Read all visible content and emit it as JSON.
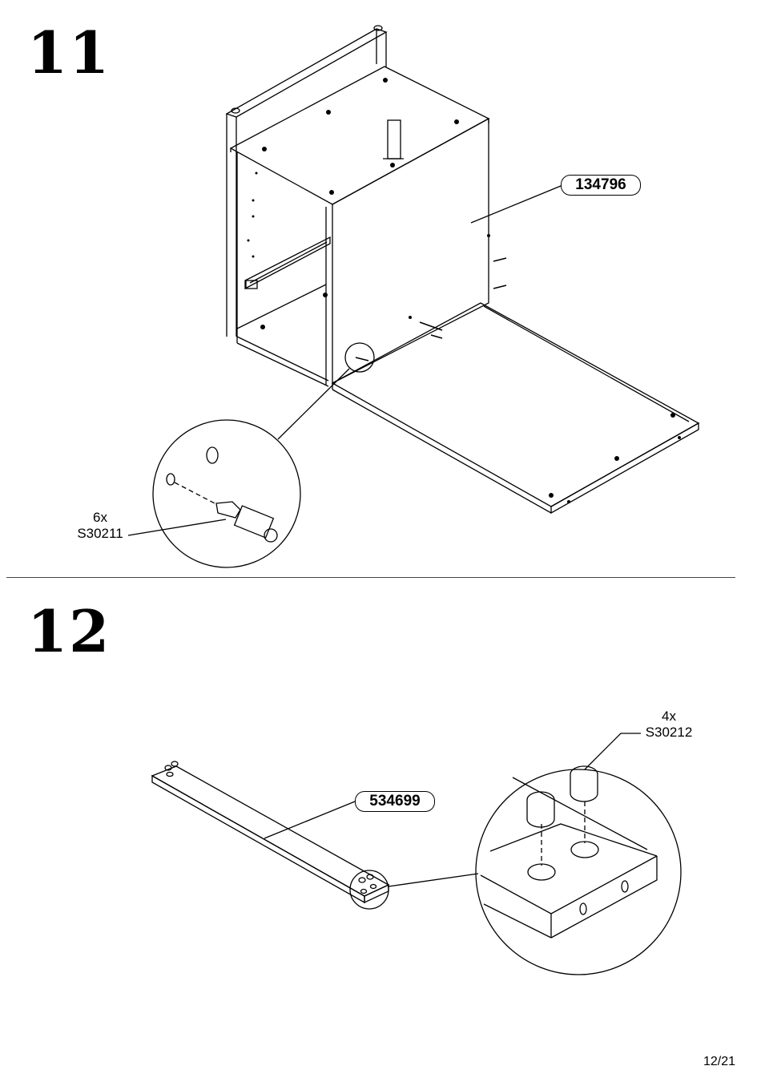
{
  "steps": [
    {
      "number": "11",
      "part_number": "134796",
      "hardware": {
        "quantity": "6x",
        "code": "S30211"
      }
    },
    {
      "number": "12",
      "part_number": "534699",
      "hardware": {
        "quantity": "4x",
        "code": "S30212"
      }
    }
  ],
  "page": {
    "number": "12/21"
  }
}
